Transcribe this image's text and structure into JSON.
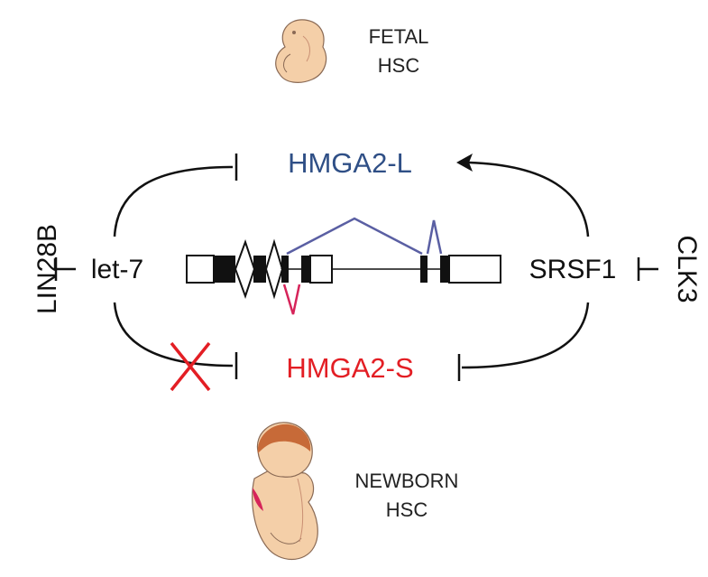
{
  "fetal": {
    "line1": "FETAL",
    "line2": "HSC"
  },
  "newborn": {
    "line1": "NEWBORN",
    "line2": "HSC"
  },
  "isoforms": {
    "long": "HMGA2-L",
    "short": "HMGA2-S"
  },
  "regulators": {
    "let7": "let-7",
    "lin28b": "LIN28B",
    "srsf1": "SRSF1",
    "clk3": "CLK3"
  },
  "colors": {
    "long": "#2f4f86",
    "short": "#e31e24",
    "splice_long": "#5a5fa3",
    "splice_short": "#d6245a",
    "line": "#111111",
    "fetus_skin": "#f4cfa8",
    "baby_hair": "#c76a38"
  }
}
